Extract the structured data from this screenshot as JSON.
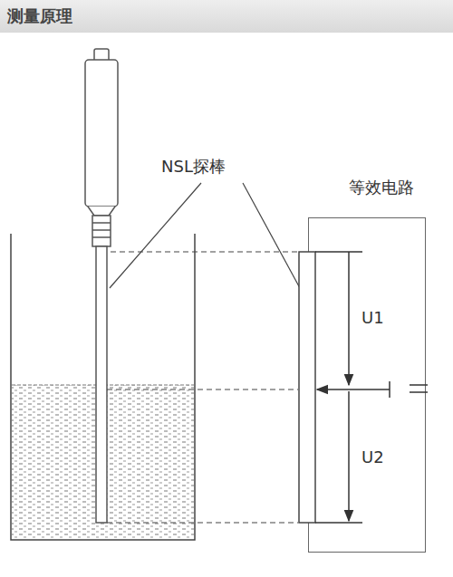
{
  "diagram": {
    "title": "测量原理",
    "nodes": [
      {
        "text": [
          "等效电路"
        ]
      }
    ],
    "labels": [
      "NSL探棒",
      "U1",
      "U2"
    ]
  }
}
